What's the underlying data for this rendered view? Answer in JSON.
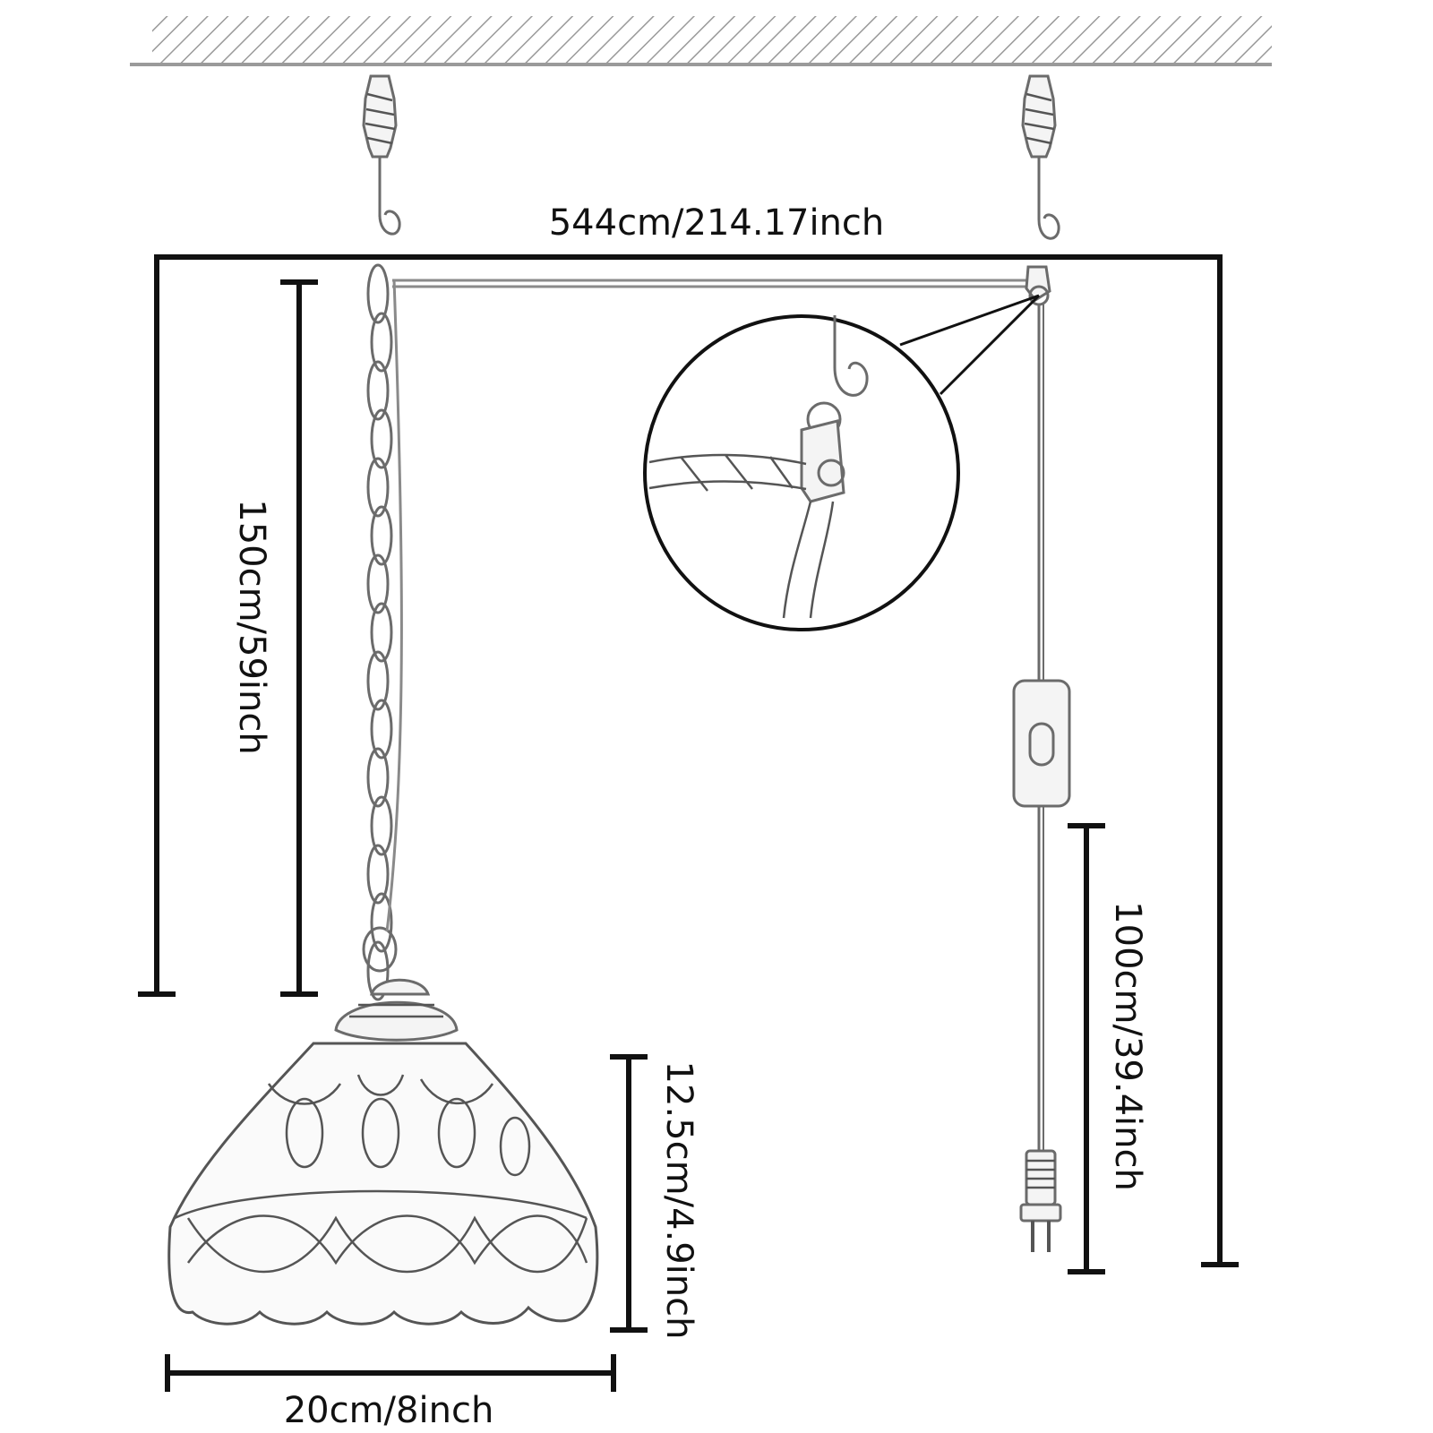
{
  "dimensions": {
    "total_width": "544cm/214.17inch",
    "chain_length": "150cm/59inch",
    "cord_to_plug": "100cm/39.4inch",
    "shade_height": "12.5cm/4.9inch",
    "shade_width": "20cm/8inch"
  },
  "colors": {
    "dimension_lines": "#111111",
    "drawing_lines": "#6b6b6b",
    "background": "#ffffff"
  }
}
